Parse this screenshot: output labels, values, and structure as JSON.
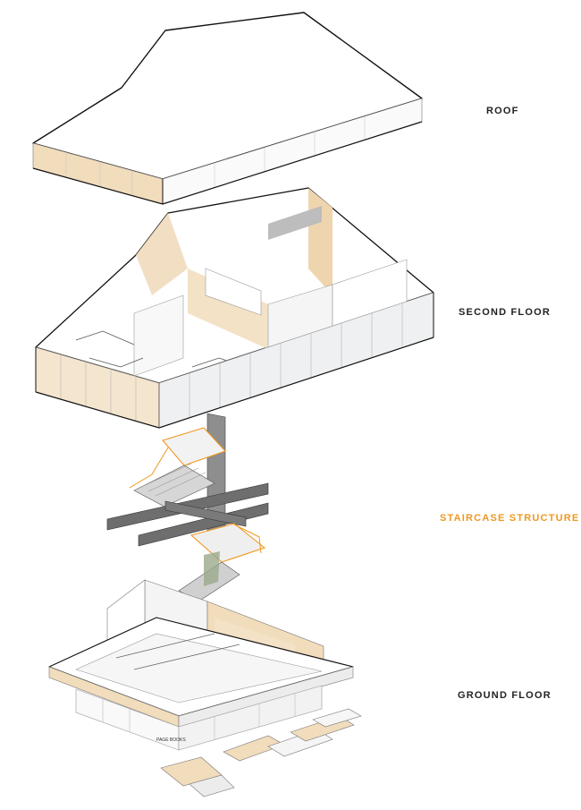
{
  "labels": {
    "roof": "ROOF",
    "second_floor": "SECOND FLOOR",
    "staircase_structure": "STAIRCASE STRUCTURE",
    "ground_floor": "GROUND FLOOR"
  },
  "signage": {
    "storefront_sign": "PAGE BOOKS"
  },
  "colors": {
    "label_default": "#222222",
    "label_highlight": "#f0981f",
    "wood_tone": "#f1dcbc",
    "outline": "#111111",
    "glass": "#eef0f2"
  }
}
